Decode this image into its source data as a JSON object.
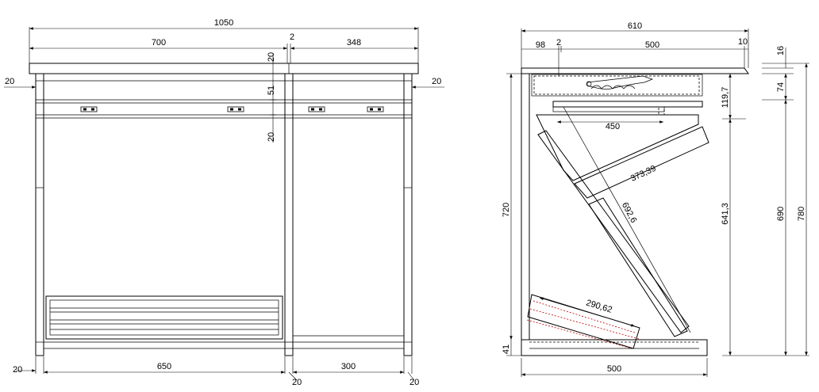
{
  "front_view": {
    "overall_width": "1050",
    "left_width": "700",
    "gap": "2",
    "right_width": "348",
    "top_thickness": "20",
    "drawer_height": "51",
    "rail_height": "20",
    "left_side": "20",
    "right_side": "20",
    "bottom_left_offset": "20",
    "bottom_inner_left": "650",
    "bottom_inner_right": "300",
    "bottom_mid_leg": "20",
    "bottom_right_leg": "20"
  },
  "side_view": {
    "overall_depth": "610",
    "setback": "98",
    "gap": "2",
    "frame_depth": "500",
    "overhang": "10",
    "top_thickness": "16",
    "drawer_height": "74",
    "drawer_drop": "119,7",
    "shelf_depth": "450",
    "upper_brace": "373,39",
    "diagonal": "692,6",
    "height_720": "720",
    "height_641": "641,3",
    "height_690": "690",
    "height_780": "780",
    "foot_height": "41",
    "footrest": "290,62",
    "base_depth": "500"
  }
}
